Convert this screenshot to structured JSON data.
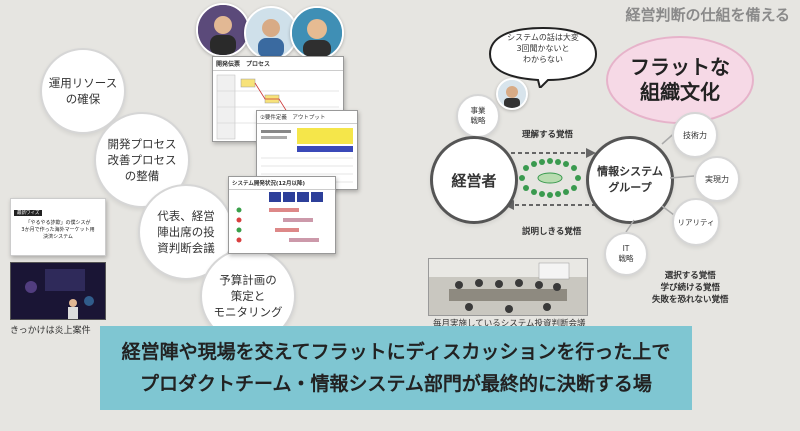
{
  "page_title": "経営判断の仕組を備える",
  "left_circles": {
    "resource": "運用リソース\nの確保",
    "process": "開発プロセス\n改善プロセス\nの整備",
    "meeting": "代表、経営\n陣出席の投\n資判断会議",
    "budget": "予算計画の\n策定と\nモニタリング"
  },
  "thumbnails": {
    "process_doc_title": "開発伝票　プロセス",
    "requirements_doc_title": "②要件定義　アウトプット",
    "status_doc_title": "システム開発状況(12月以降)",
    "news_headline": "「やるやる詐欺」の僕シスが\n3か月で作った海外マーケット用\n決済システム",
    "news_tag": "最新ワイズ"
  },
  "trigger_caption": "きっかけは炎上案件",
  "meeting_caption": "毎月実施しているシステム投資判断会議",
  "speech_bubble": "システムの話は大変\n3回聞かないと\nわからない",
  "flat_culture": "フラットな\n組織文化",
  "management": "経営者",
  "is_group": "情報システム\nグループ",
  "small_circles": {
    "business_strategy": "事業\n戦略",
    "technical": "技術力",
    "execution": "実現力",
    "reality": "リアリティ",
    "it_strategy": "IT\n戦略"
  },
  "arrows": {
    "understand": "理解する覚悟",
    "explain": "説明しきる覚悟"
  },
  "resolves": "選択する覚悟\n学び続ける覚悟\n失敗を恐れない覚悟",
  "banner": "経営陣や現場を交えてフラットにディスカッションを行った上で\nプロダクトチーム・情報システム部門が最終的に決断する場",
  "colors": {
    "background": "#e6e5e1",
    "banner": "#7fc6d2",
    "flat_culture_fill": "#f6d9e6",
    "flat_culture_border": "#e6b3ca",
    "people_green": "#3a9a4f",
    "title_gray": "#8a8a8a"
  }
}
